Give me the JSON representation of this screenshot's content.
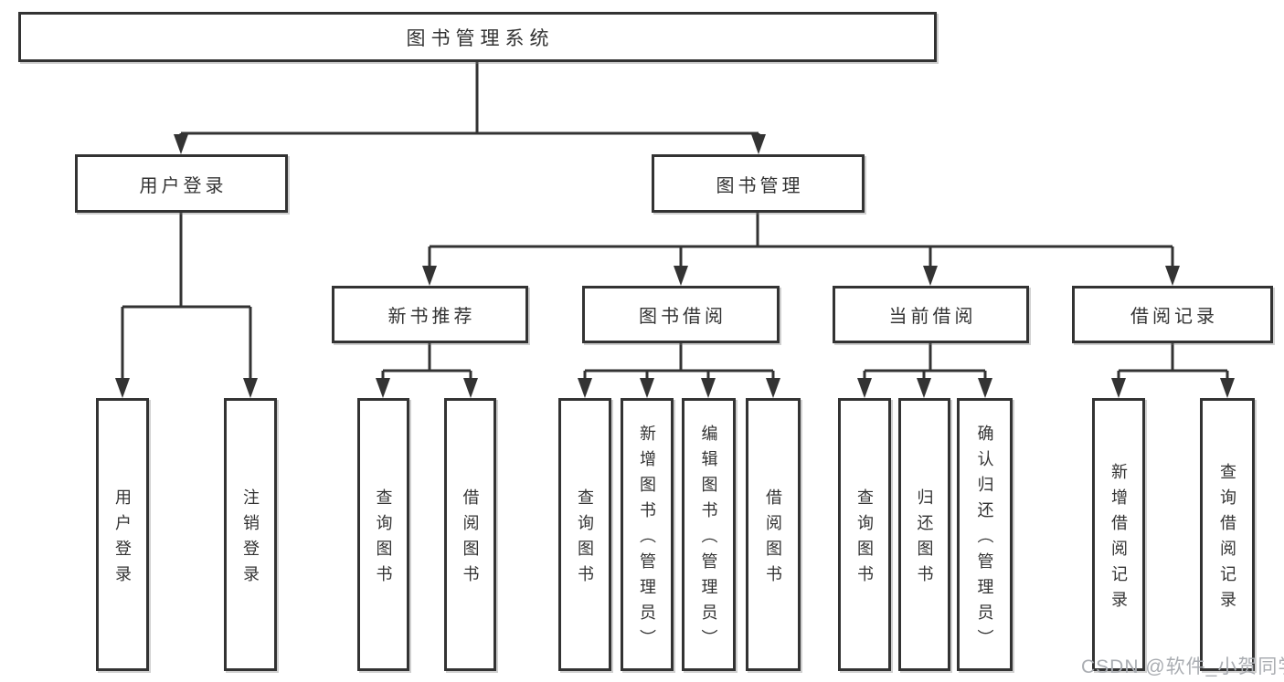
{
  "tree": {
    "root": {
      "label": "图书管理系统",
      "children": [
        {
          "label": "用户登录",
          "children": [
            {
              "label": "用户登录"
            },
            {
              "label": "注销登录"
            }
          ]
        },
        {
          "label": "图书管理",
          "children": [
            {
              "label": "新书推荐",
              "children": [
                {
                  "label": "查询图书"
                },
                {
                  "label": "借阅图书"
                }
              ]
            },
            {
              "label": "图书借阅",
              "children": [
                {
                  "label": "查询图书"
                },
                {
                  "label": "新增图书（管理员）"
                },
                {
                  "label": "编辑图书（管理员）"
                },
                {
                  "label": "借阅图书"
                }
              ]
            },
            {
              "label": "当前借阅",
              "children": [
                {
                  "label": "查询图书"
                },
                {
                  "label": "归还图书"
                },
                {
                  "label": "确认归还（管理员）"
                }
              ]
            },
            {
              "label": "借阅记录",
              "children": [
                {
                  "label": "新增借阅记录"
                },
                {
                  "label": "查询借阅记录"
                }
              ]
            }
          ]
        }
      ]
    }
  },
  "watermark": {
    "text": "CSDN @软件_小贺同学"
  },
  "colors": {
    "line": "#333333",
    "box_border": "#333333",
    "text": "#333333",
    "background": "#ffffff",
    "watermark_text": "#aaadb2"
  }
}
